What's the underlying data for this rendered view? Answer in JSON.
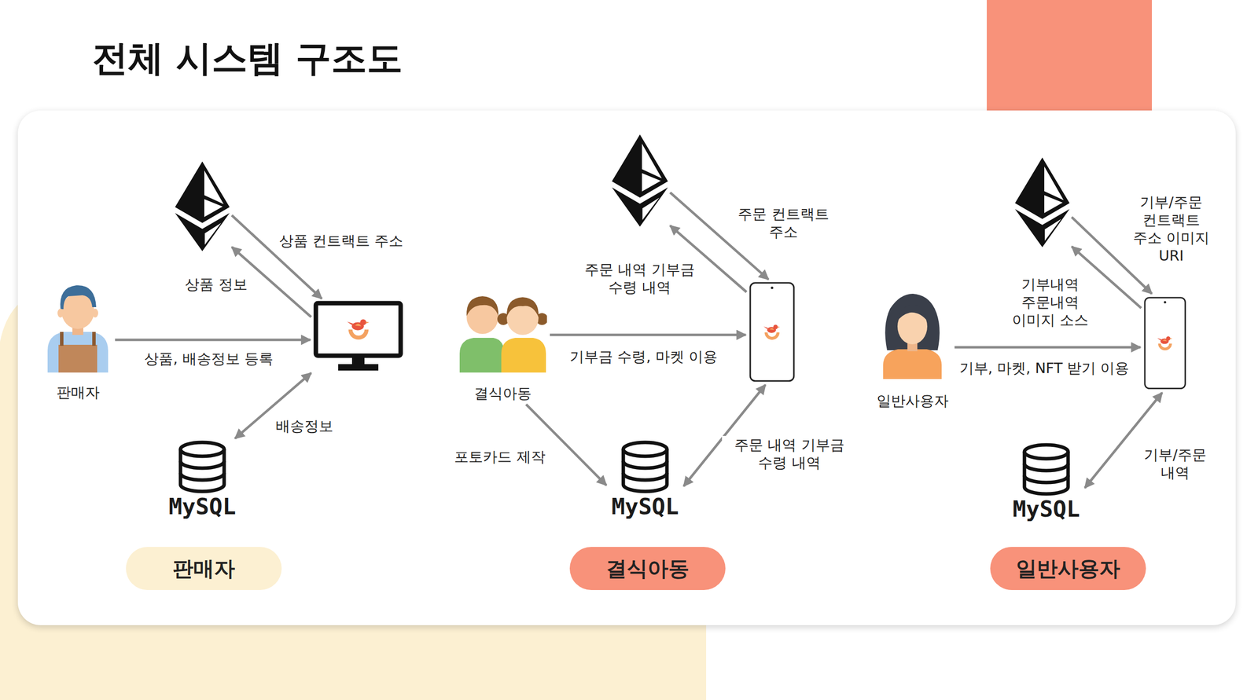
{
  "diagram": {
    "title": "전체 시스템 구조도",
    "nodes": [
      {
        "text": [
          "판매자"
        ]
      },
      {
        "text": []
      },
      {
        "text": []
      },
      {
        "text": [
          "MySQL"
        ]
      },
      {
        "text": [
          "결식아동"
        ]
      },
      {
        "text": []
      },
      {
        "text": []
      },
      {
        "text": [
          "MySQL"
        ]
      },
      {
        "text": [
          "일반사용자"
        ]
      },
      {
        "text": []
      },
      {
        "text": []
      },
      {
        "text": [
          "MySQL"
        ]
      },
      {
        "text": [
          "판매자"
        ]
      },
      {
        "text": [
          "결식아동"
        ]
      },
      {
        "text": [
          "일반사용자"
        ]
      }
    ],
    "edges": [
      {
        "from": 1,
        "to": 2,
        "label": "상품 컨트랙트 주소",
        "arrow": "to"
      },
      {
        "from": 2,
        "to": 1,
        "label": "상품 정보",
        "arrow": "to"
      },
      {
        "from": 0,
        "to": 2,
        "label": "상품, 배송정보 등록",
        "arrow": "to"
      },
      {
        "from": 3,
        "to": 2,
        "label": "배송정보",
        "arrow": "both"
      },
      {
        "from": 5,
        "to": 6,
        "label": "주문 컨트랙트 주소",
        "arrow": "to"
      },
      {
        "from": 6,
        "to": 5,
        "label": "주문 내역 기부금 수령 내역",
        "arrow": "to"
      },
      {
        "from": 4,
        "to": 6,
        "label": "기부금 수령, 마켓 이용",
        "arrow": "to"
      },
      {
        "from": 4,
        "to": 7,
        "label": "포토카드 제작",
        "arrow": "to"
      },
      {
        "from": 7,
        "to": 6,
        "label": "주문 내역 기부금 수령 내역",
        "arrow": "both"
      },
      {
        "from": 9,
        "to": 10,
        "label": "기부/주문 컨트랙트 주소 이미지 URI",
        "arrow": "to"
      },
      {
        "from": 10,
        "to": 9,
        "label": "기부내역 주문내역 이미지 소스",
        "arrow": "to"
      },
      {
        "from": 8,
        "to": 10,
        "label": "기부, 마켓, NFT 받기 이용",
        "arrow": "to"
      },
      {
        "from": 11,
        "to": 10,
        "label": "기부/주문 내역",
        "arrow": "both"
      }
    ]
  }
}
